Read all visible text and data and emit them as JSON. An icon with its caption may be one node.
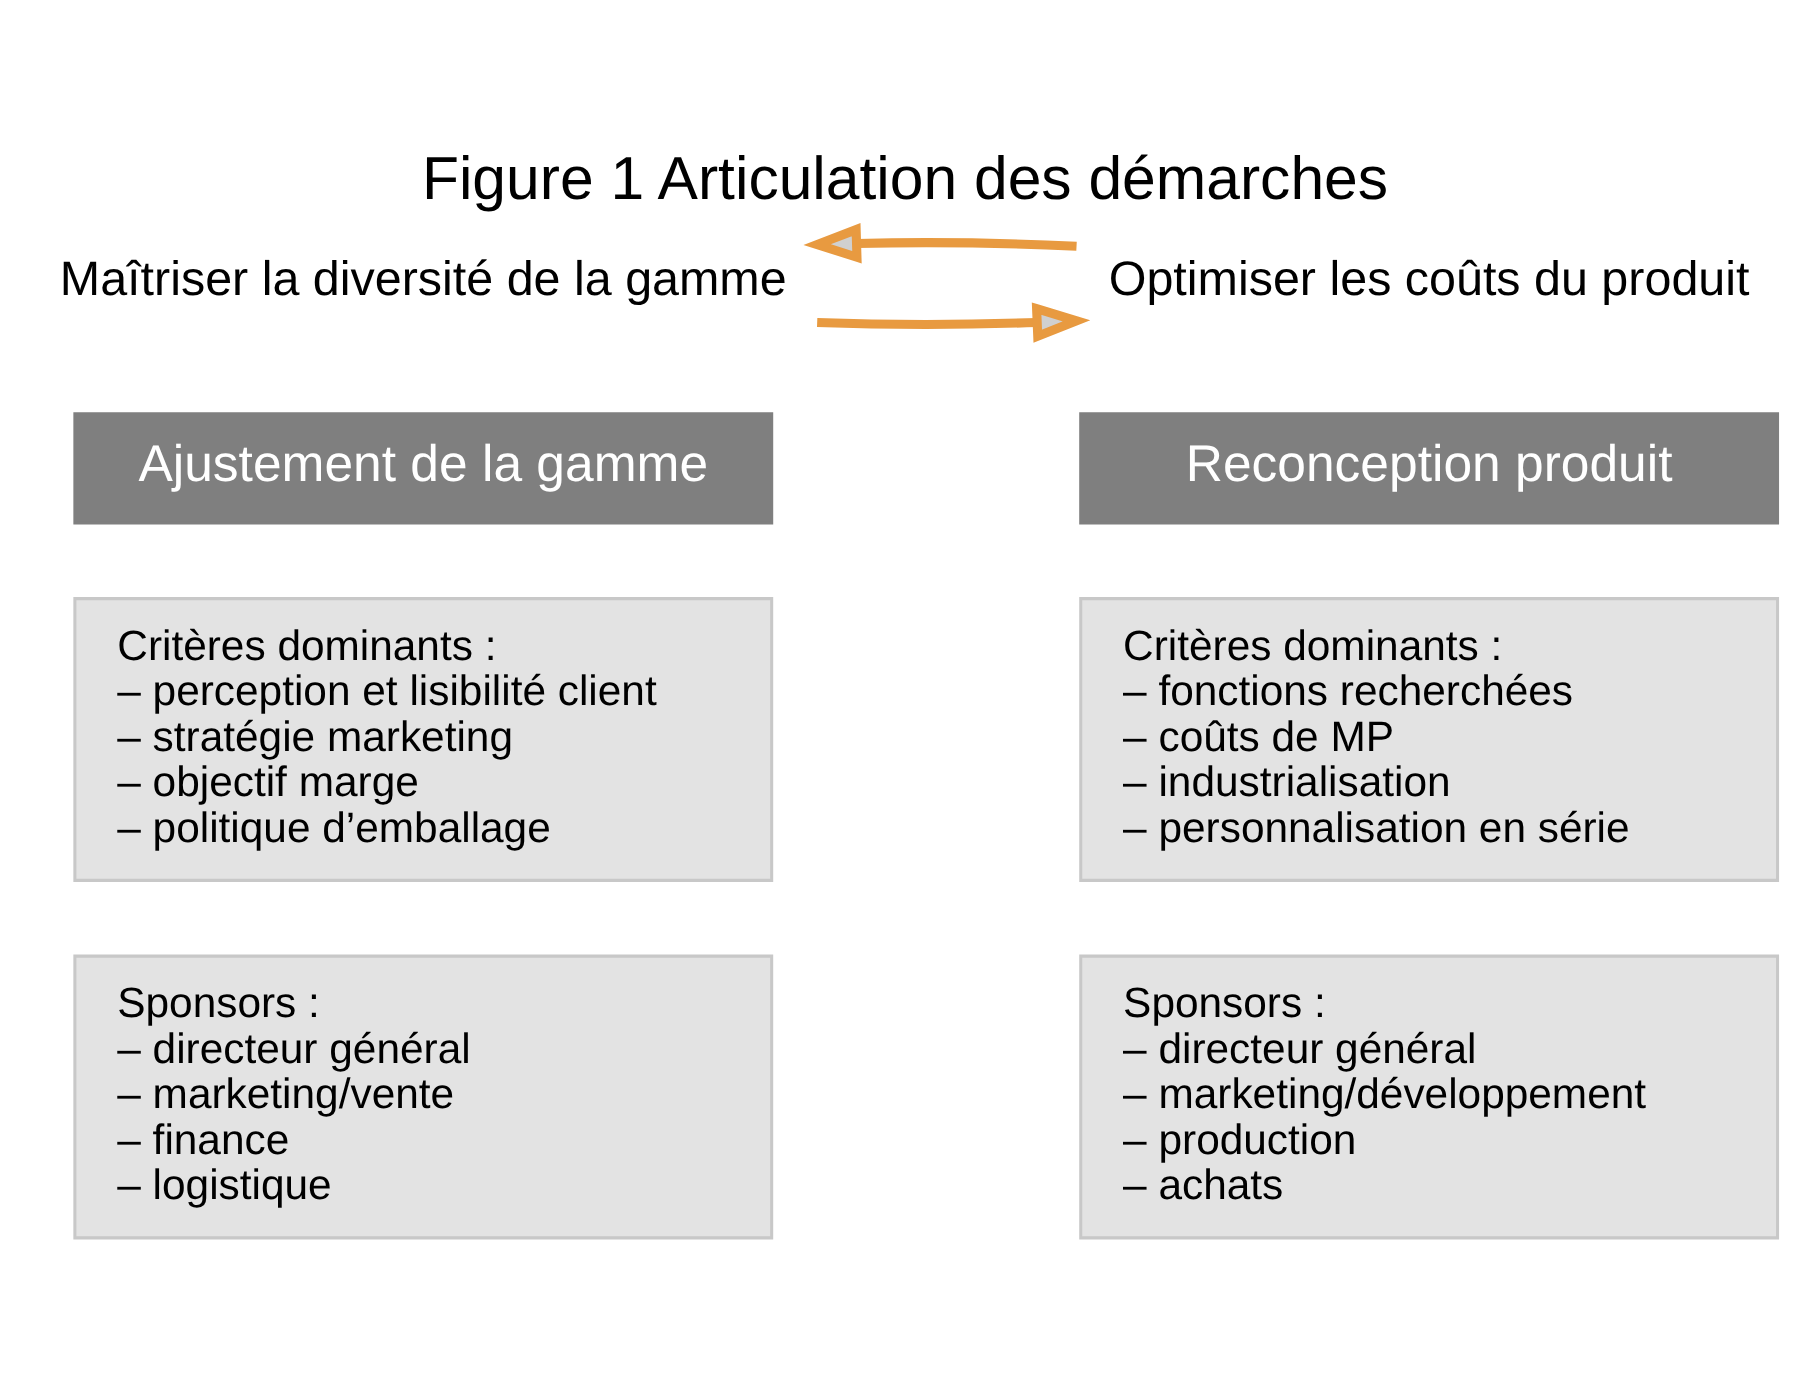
{
  "diagram": {
    "title": "Figure 1 Articulation des démarches",
    "nodes": [
      {
        "text": [
          "Maîtriser la diversité de la gamme"
        ]
      },
      {
        "text": [
          "Optimiser les coûts du produit"
        ]
      },
      {
        "text": [
          "Ajustement de la gamme"
        ]
      },
      {
        "text": [
          "Critères dominants :",
          "– perception et lisibilité client",
          "– stratégie marketing",
          "– objectif marge",
          "– politique d’emballage"
        ]
      },
      {
        "text": [
          "Sponsors :",
          "– directeur général",
          "– marketing/vente",
          "– finance",
          "– logistique"
        ]
      },
      {
        "text": [
          "Reconception produit"
        ]
      },
      {
        "text": [
          "Critères dominants :",
          "– fonctions recherchées",
          "– coûts de MP",
          "– industrialisation",
          "– personnalisation en série"
        ]
      },
      {
        "text": [
          "Sponsors :",
          "– directeur général",
          "– marketing/développement",
          "– production",
          "– achats"
        ]
      }
    ],
    "edges": [
      {
        "from": 0,
        "to": 1,
        "arrow": "to"
      },
      {
        "from": 1,
        "to": 0,
        "arrow": "to"
      }
    ]
  }
}
